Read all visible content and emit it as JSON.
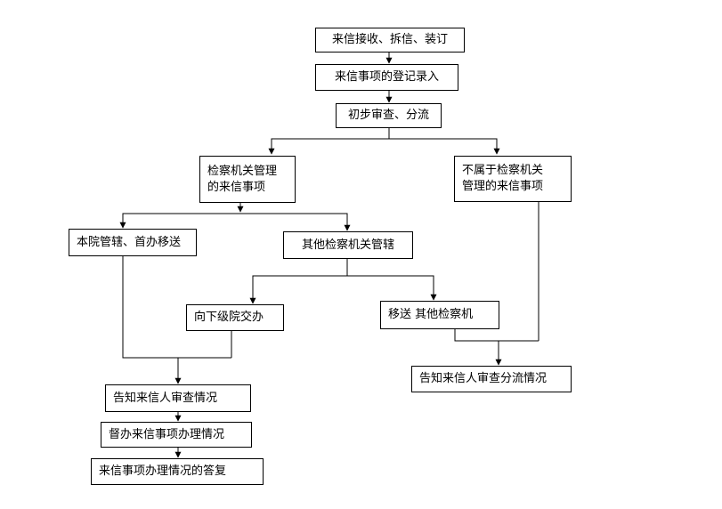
{
  "nodes": {
    "receive": "来信接收、拆信、装订",
    "register": "来信事项的登记录入",
    "review": "初步审查、分流",
    "procuratorate": "检察机关管理\n的来信事项",
    "not_procuratorate": "不属于检察机关\n管理的来信事项",
    "local": "本院管辖、首办移送",
    "other": "其他检察机关管辖",
    "lower": "向下级院交办",
    "transfer": "移送 其他检察机",
    "notify_review": "告知来信人审查情况",
    "notify_diversion": "告知来信人审查分流情况",
    "supervise": "督办来信事项办理情况",
    "reply": "来信事项办理情况的答复"
  }
}
